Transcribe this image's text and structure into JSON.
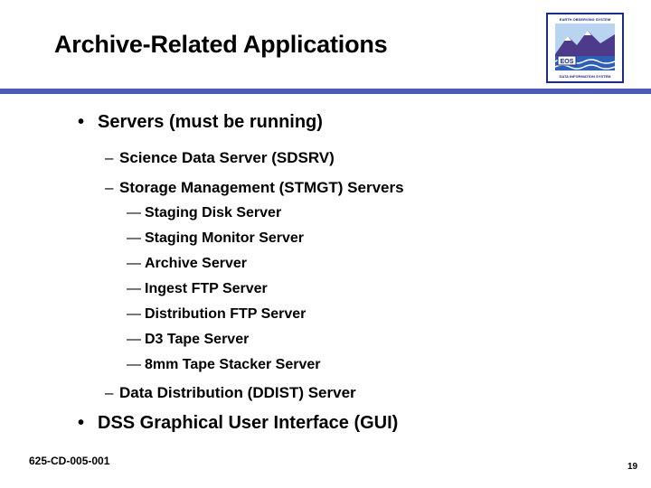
{
  "slide": {
    "title": "Archive-Related Applications",
    "accent_color": "#4a5cb8",
    "logo": {
      "icon": "eos-logo-icon",
      "label": "EOS",
      "text_top": "EARTH OBSERVING SYSTEM",
      "text_bottom": "DATA INFORMATION SYSTEM"
    },
    "bullets": [
      {
        "level": 1,
        "marker": "•",
        "text": "Servers (must be running)"
      },
      {
        "level": 2,
        "marker": "–",
        "text": "Science Data Server (SDSRV)"
      },
      {
        "level": 2,
        "marker": "–",
        "text": "Storage Management (STMGT) Servers"
      },
      {
        "level": 3,
        "marker": "—",
        "text": "Staging Disk Server"
      },
      {
        "level": 3,
        "marker": "—",
        "text": "Staging Monitor Server"
      },
      {
        "level": 3,
        "marker": "—",
        "text": "Archive Server"
      },
      {
        "level": 3,
        "marker": "—",
        "text": "Ingest FTP Server"
      },
      {
        "level": 3,
        "marker": "—",
        "text": "Distribution FTP Server"
      },
      {
        "level": 3,
        "marker": "—",
        "text": "D3 Tape Server"
      },
      {
        "level": 3,
        "marker": "—",
        "text": "8mm Tape Stacker Server"
      },
      {
        "level": 2,
        "marker": "–",
        "text": "Data Distribution (DDIST) Server"
      },
      {
        "level": 1,
        "marker": "•",
        "text": "DSS Graphical User Interface (GUI)"
      }
    ],
    "footer": {
      "doc_id": "625-CD-005-001",
      "page_number": "19"
    }
  }
}
